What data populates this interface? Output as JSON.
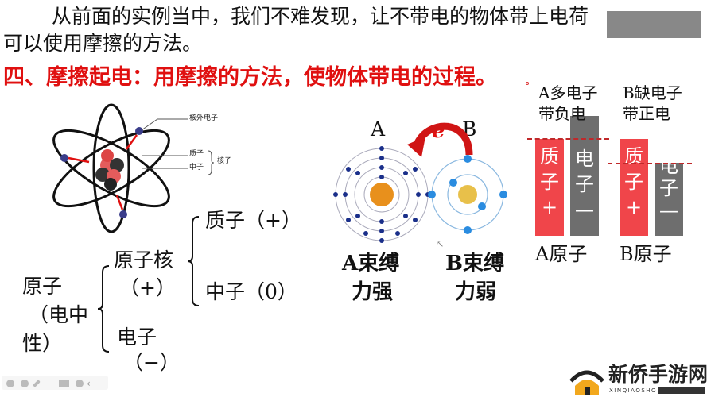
{
  "intro": {
    "line1": "从前面的实例当中，我们不难发现，让不带电的物体带上电荷",
    "line2": "可以使用摩擦的方法。"
  },
  "heading": "四、摩擦起电：用摩擦的方法，使物体带电的过程。",
  "atom_diagram": {
    "labels": {
      "outer_electron": "核外电子",
      "proton": "质子",
      "neutron": "中子",
      "nucleon": "核子"
    }
  },
  "tree": {
    "root": [
      "原子",
      "（电中",
      "性）"
    ],
    "nucleus": "原子核",
    "nucleus_charge": "（+）",
    "proton": "质子（+）",
    "neutron": "中子（0）",
    "electron": "电子",
    "electron_charge": "（−）"
  },
  "transfer": {
    "label_a": "A",
    "label_b": "B",
    "electron_symbol": "e",
    "a_caption": [
      "A束缚",
      "力强"
    ],
    "b_caption": [
      "B束缚",
      "力弱"
    ]
  },
  "comparison": {
    "a_title": [
      "A多电子",
      "带负电"
    ],
    "b_title": [
      "B缺电子",
      "带正电"
    ],
    "proton_bar": [
      "质",
      "子",
      "+"
    ],
    "electron_bar": [
      "电",
      "子",
      "—"
    ],
    "a_atom": "A原子",
    "b_atom": "B原子",
    "colors": {
      "proton": "#f0454a",
      "electron": "#6e6e6e"
    }
  },
  "toolbar": {
    "icons": [
      "prev-icon",
      "next-icon",
      "pen-icon",
      "focus-icon",
      "subtitle-icon",
      "more-icon",
      "collapse-icon"
    ],
    "collapse": "‹"
  },
  "logo": {
    "name": "新侨手游网",
    "sub": "XINQIAOSHO"
  }
}
